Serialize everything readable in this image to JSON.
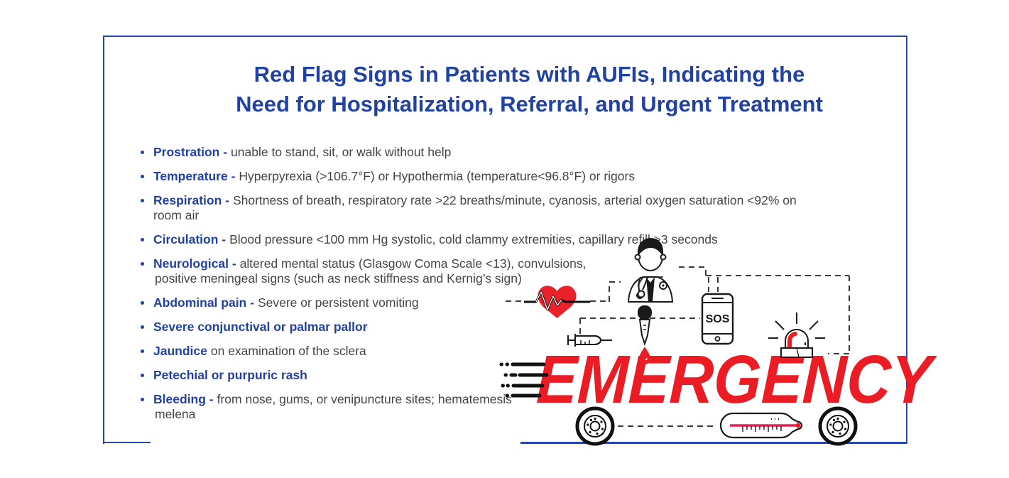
{
  "title": {
    "line1": "Red Flag Signs in Patients with AUFIs, Indicating the",
    "line2": "Need for Hospitalization, Referral, and Urgent Treatment"
  },
  "bullets": [
    {
      "lead": "Prostration -",
      "rest": "unable to stand, sit, or walk without help"
    },
    {
      "lead": "Temperature -",
      "rest": "Hyperpyrexia (>106.7°F) or Hypothermia (temperature<96.8°F) or rigors"
    },
    {
      "lead": "Respiration -",
      "rest": "Shortness of breath, respiratory rate >22 breaths/minute, cyanosis, arterial oxygen saturation <92% on room air"
    },
    {
      "lead": "Circulation -",
      "rest": "Blood pressure <100 mm Hg systolic, cold clammy extremities, capillary refill >3 seconds"
    },
    {
      "lead": "Neurological -",
      "rest": "altered mental status (Glasgow Coma Scale <13), convulsions,",
      "rest2": "positive meningeal signs (such as neck stiffness and Kernig’s sign)"
    },
    {
      "lead": "Abdominal pain -",
      "rest": "Severe or persistent vomiting"
    },
    {
      "lead": "Severe conjunctival or palmar pallor",
      "rest": ""
    },
    {
      "lead": "Jaundice",
      "rest": "on examination of the sclera"
    },
    {
      "lead": "Petechial or purpuric rash",
      "rest": ""
    },
    {
      "lead": "Bleeding -",
      "rest": "from nose, gums, or venipuncture sites;  hematemesis",
      "rest2": "melena"
    }
  ],
  "illustration": {
    "emergency_label": "EMERGENCY",
    "sos_label": "SOS",
    "icons": [
      "heartbeat-heart-icon",
      "doctor-icon",
      "syringe-icon",
      "blood-dropper-icon",
      "sos-phone-icon",
      "siren-icon",
      "speed-lines-icon",
      "wheel-icon",
      "thermometer-icon"
    ]
  },
  "colors": {
    "accent_blue": "#2241a5",
    "border_blue": "#2946a8",
    "body_text": "#454545",
    "emergency_red": "#ec1c24",
    "thermometer_red": "#e8205a"
  }
}
